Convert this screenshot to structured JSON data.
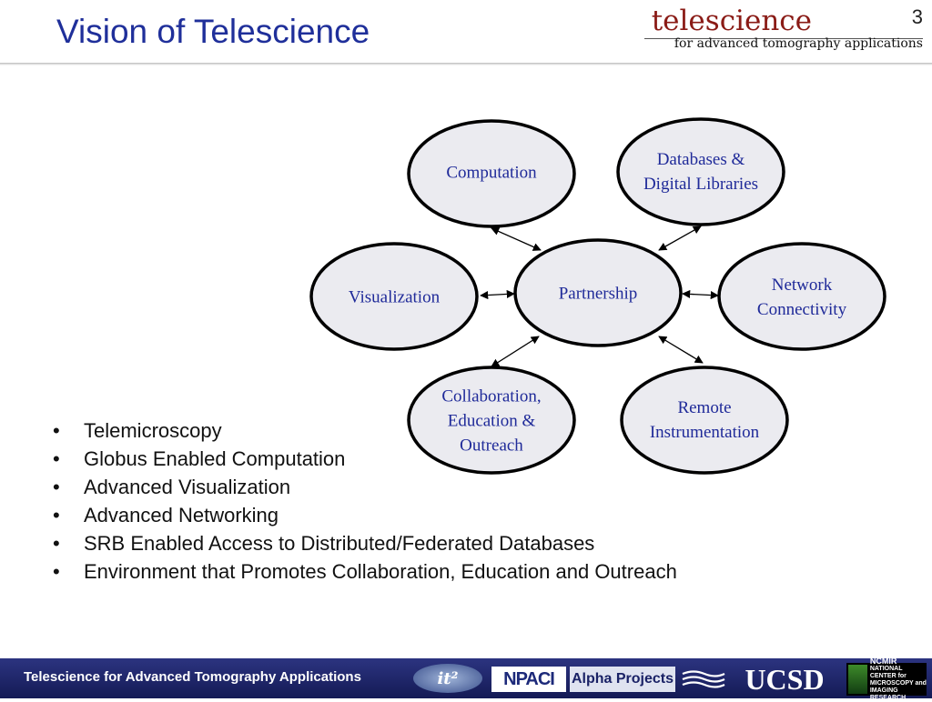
{
  "slide": {
    "title": "Vision of Telescience",
    "page_number": "3"
  },
  "brand": {
    "name": "telescience",
    "tagline": "for advanced tomography applications"
  },
  "diagram": {
    "center": "Partnership",
    "nodes": {
      "computation": [
        "Computation"
      ],
      "databases": [
        "Databases &",
        "Digital Libraries"
      ],
      "visualization": [
        "Visualization"
      ],
      "network": [
        "Network",
        "Connectivity"
      ],
      "collaboration": [
        "Collaboration,",
        "Education &",
        "Outreach"
      ],
      "remote": [
        "Remote",
        "Instrumentation"
      ]
    },
    "colors": {
      "node_fill": "#ebebf0",
      "node_stroke": "#000000",
      "label": "#1f2a99"
    }
  },
  "bullets": [
    "Telemicroscopy",
    "Globus Enabled Computation",
    "Advanced Visualization",
    "Advanced Networking",
    "SRB Enabled Access to Distributed/Federated Databases",
    "Environment that Promotes Collaboration, Education and Outreach"
  ],
  "footer": {
    "text": "Telescience for Advanced Tomography Applications",
    "logos": {
      "it2": "it²",
      "npaci": "NPACI",
      "alpha": "Alpha Projects",
      "ucsd": "UCSD",
      "ncmir_lines": [
        "NCMIR",
        "NATIONAL CENTER for",
        "MICROSCOPY and",
        "IMAGING RESEARCH"
      ]
    }
  },
  "colors": {
    "title": "#1f2f9a",
    "brand": "#8a1b16",
    "footer_bg": "#1e2568"
  }
}
